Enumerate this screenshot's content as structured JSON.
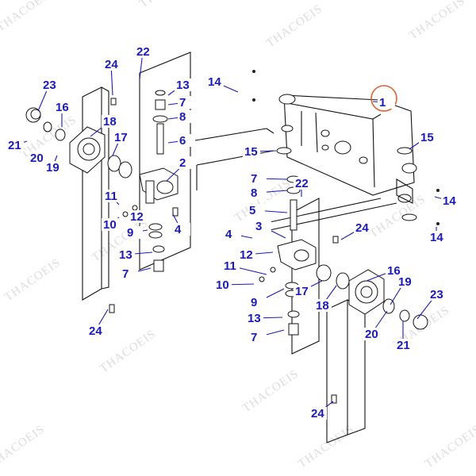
{
  "watermark": "THACOEIS",
  "highlight_color": "#e06030",
  "label_color": "#1a1ab8",
  "callouts": [
    "1",
    "14",
    "14",
    "14",
    "15",
    "15",
    "22",
    "24",
    "23",
    "16",
    "18",
    "17",
    "21",
    "20",
    "19",
    "13",
    "7",
    "8",
    "6",
    "2",
    "11",
    "12",
    "10",
    "9",
    "4",
    "13",
    "7",
    "24",
    "7",
    "8",
    "22",
    "5",
    "3",
    "4",
    "12",
    "11",
    "10",
    "24",
    "16",
    "19",
    "17",
    "18",
    "9",
    "13",
    "7",
    "23",
    "20",
    "21",
    "24"
  ]
}
